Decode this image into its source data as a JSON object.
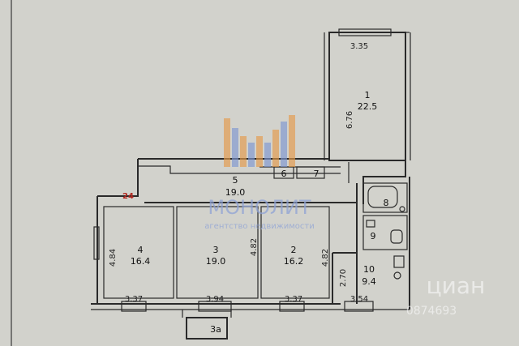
{
  "rooms": {
    "r1": {
      "num": "1",
      "area": "22.5"
    },
    "r2": {
      "num": "2",
      "area": "16.2"
    },
    "r3": {
      "num": "3",
      "area": "19.0"
    },
    "r4": {
      "num": "4",
      "area": "16.4"
    },
    "r5": {
      "num": "5",
      "area": "19.0"
    },
    "r6": {
      "num": "6"
    },
    "r7": {
      "num": "7"
    },
    "r8": {
      "num": "8"
    },
    "r9": {
      "num": "9"
    },
    "r10": {
      "num": "10",
      "area": "9.4"
    },
    "r3a": {
      "num": "3a"
    }
  },
  "dimensions": {
    "top_335": "3.35",
    "d676": "6.76",
    "d484": "4.84",
    "d482a": "4.82",
    "d482b": "4.82",
    "d270": "2.70",
    "b337a": "3.37",
    "b394": "3.94",
    "b337b": "3.37",
    "b354": "3.54",
    "mark24": "24"
  },
  "watermark": {
    "brand": "МОНОЛИТ",
    "tagline": "агентство недвижимости",
    "cian": "циан",
    "phone": "0874693",
    "colors": {
      "orange": "#e59a4a",
      "blue": "#7f97d2"
    }
  }
}
